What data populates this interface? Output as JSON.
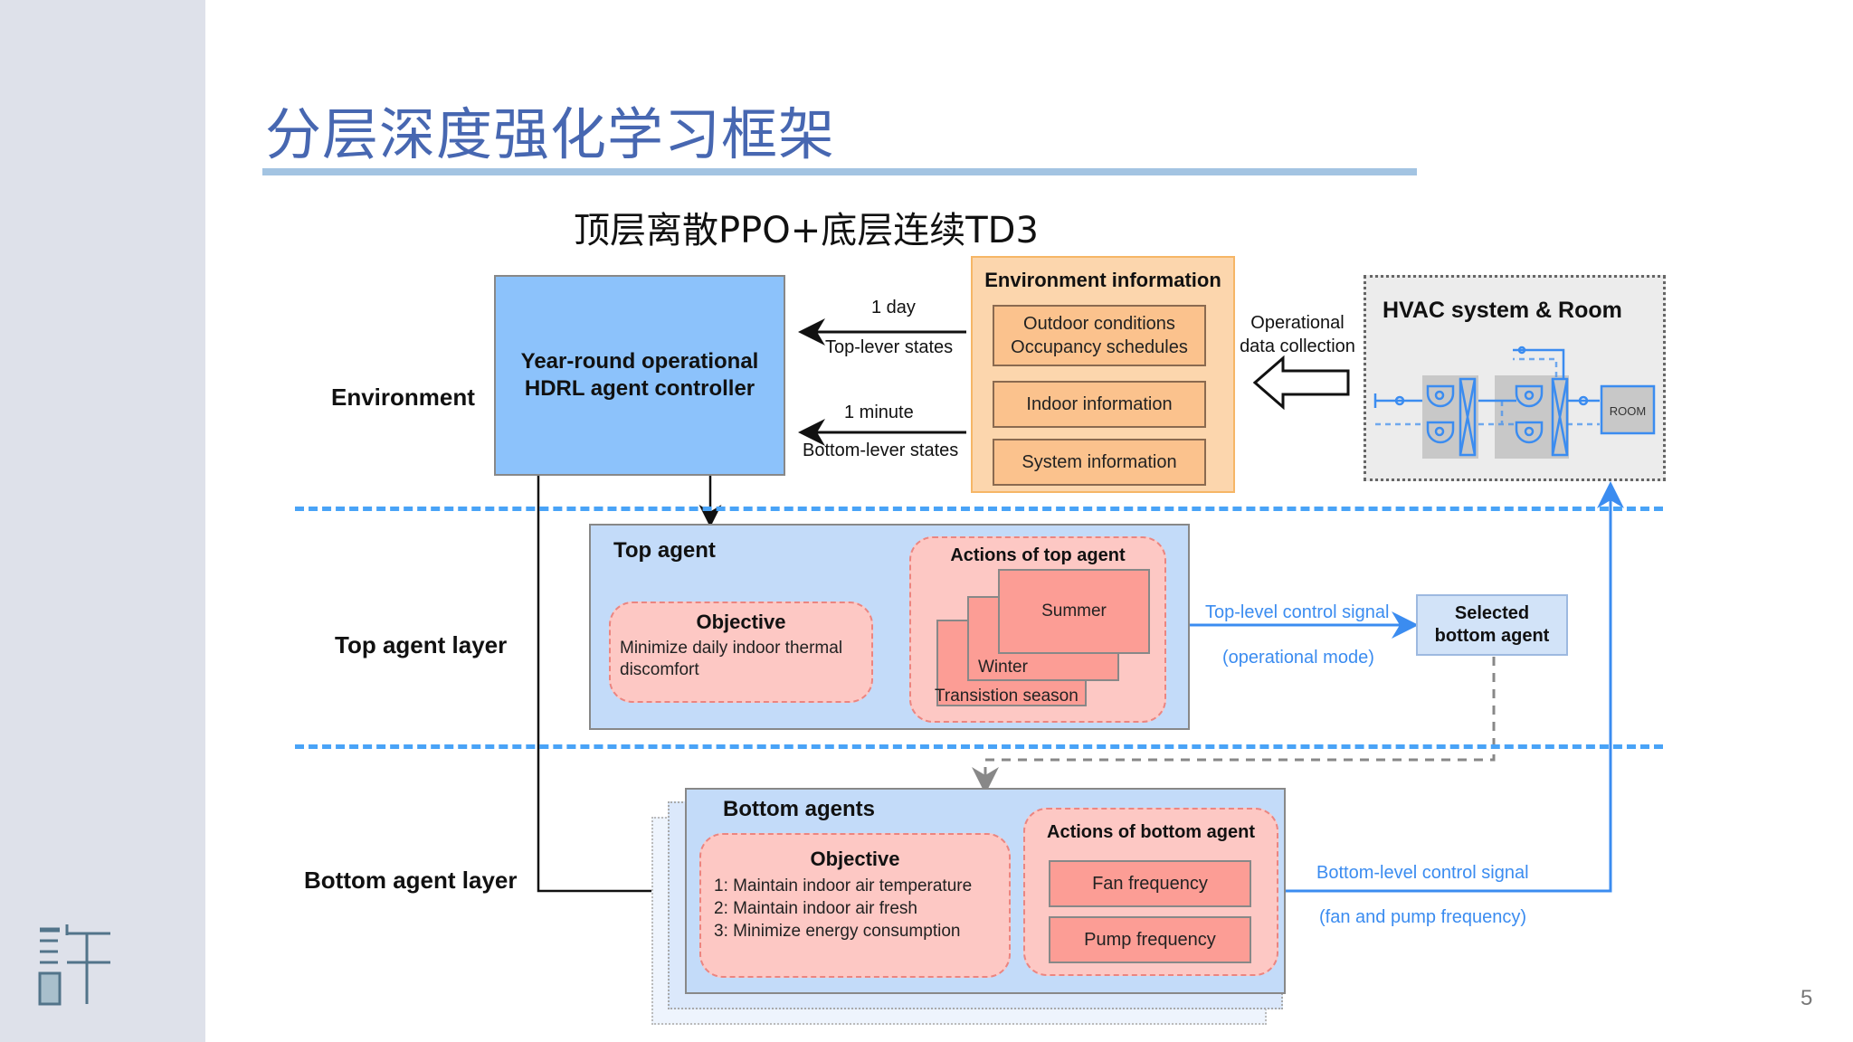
{
  "slide": {
    "title": "分层深度强化学习框架",
    "subtitle": "顶层离散PPO+底层连续TD3",
    "page_number": "5",
    "logo_char": "許",
    "colors": {
      "title": "#4767b1",
      "title_rule": "#a3c4e2",
      "sidebar": "#dee1ea",
      "signal_blue": "#3b8cf0",
      "agent_blue": "#8cc2fb",
      "env_orange": "#fcd6ad",
      "pink": "#fdc8c4",
      "salmon": "#fc9d95"
    }
  },
  "diagram": {
    "layers": {
      "environment": "Environment",
      "top": "Top agent layer",
      "bottom": "Bottom agent layer"
    },
    "controller": {
      "line1": "Year-round operational",
      "line2": "HDRL agent controller"
    },
    "state_arrows": {
      "top_rate": "1 day",
      "top_label": "Top-lever states",
      "bottom_rate": "1 minute",
      "bottom_label": "Bottom-lever states"
    },
    "env_info": {
      "title": "Environment information",
      "items": [
        {
          "line1": "Outdoor conditions",
          "line2": "Occupancy schedules"
        },
        {
          "line1": "Indoor information",
          "line2": ""
        },
        {
          "line1": "System information",
          "line2": ""
        }
      ]
    },
    "data_collection": {
      "line1": "Operational",
      "line2": "data collection"
    },
    "hvac": {
      "title": "HVAC system & Room",
      "room_label": "ROOM"
    },
    "top_agent": {
      "title": "Top agent",
      "objective_title": "Objective",
      "objective_text": "Minimize daily indoor thermal discomfort",
      "actions_title": "Actions of top agent",
      "actions": [
        "Summer",
        "Winter",
        "Transistion season"
      ]
    },
    "top_signal": {
      "label": "Top-level control signal",
      "sublabel": "(operational mode)"
    },
    "selected_agent": {
      "line1": "Selected",
      "line2": "bottom agent"
    },
    "bottom_agents": {
      "title": "Bottom agents",
      "objective_title": "Objective",
      "objectives": [
        "1: Maintain indoor air temperature",
        "2: Maintain indoor air fresh",
        "3: Minimize energy consumption"
      ],
      "actions_title": "Actions of bottom agent",
      "actions": [
        "Fan frequency",
        "Pump frequency"
      ]
    },
    "bottom_signal": {
      "label": "Bottom-level control signal",
      "sublabel": "(fan and pump frequency)"
    }
  }
}
